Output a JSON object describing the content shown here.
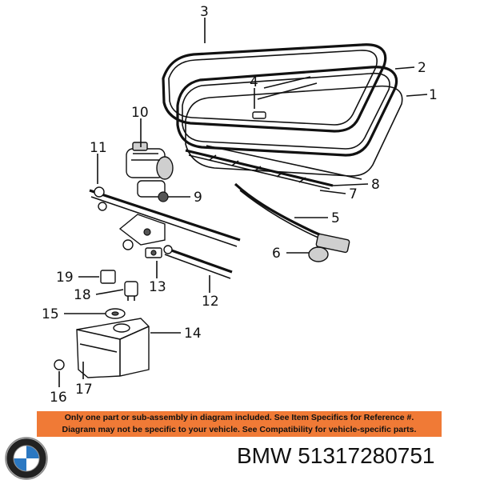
{
  "callouts": [
    {
      "id": "1",
      "text": "1"
    },
    {
      "id": "2",
      "text": "2"
    },
    {
      "id": "3",
      "text": "3"
    },
    {
      "id": "4",
      "text": "4"
    },
    {
      "id": "5",
      "text": "5"
    },
    {
      "id": "6",
      "text": "6"
    },
    {
      "id": "7",
      "text": "7"
    },
    {
      "id": "8",
      "text": "8"
    },
    {
      "id": "9",
      "text": "9"
    },
    {
      "id": "10",
      "text": "10"
    },
    {
      "id": "11",
      "text": "11"
    },
    {
      "id": "12",
      "text": "12"
    },
    {
      "id": "13",
      "text": "13"
    },
    {
      "id": "14",
      "text": "14"
    },
    {
      "id": "15",
      "text": "15"
    },
    {
      "id": "16",
      "text": "16"
    },
    {
      "id": "17",
      "text": "17"
    },
    {
      "id": "18",
      "text": "18"
    },
    {
      "id": "19",
      "text": "19"
    }
  ],
  "banner": {
    "line1": "Only one part or sub-assembly in diagram included. See Item Specifics for Reference #.",
    "line2": "Diagram may not be specific to your vehicle. See Compatibility for vehicle-specific parts.",
    "color": "#f07a36"
  },
  "brand": {
    "part_label": "BMW 51317280751",
    "logo": "bmw-roundel-logo"
  }
}
